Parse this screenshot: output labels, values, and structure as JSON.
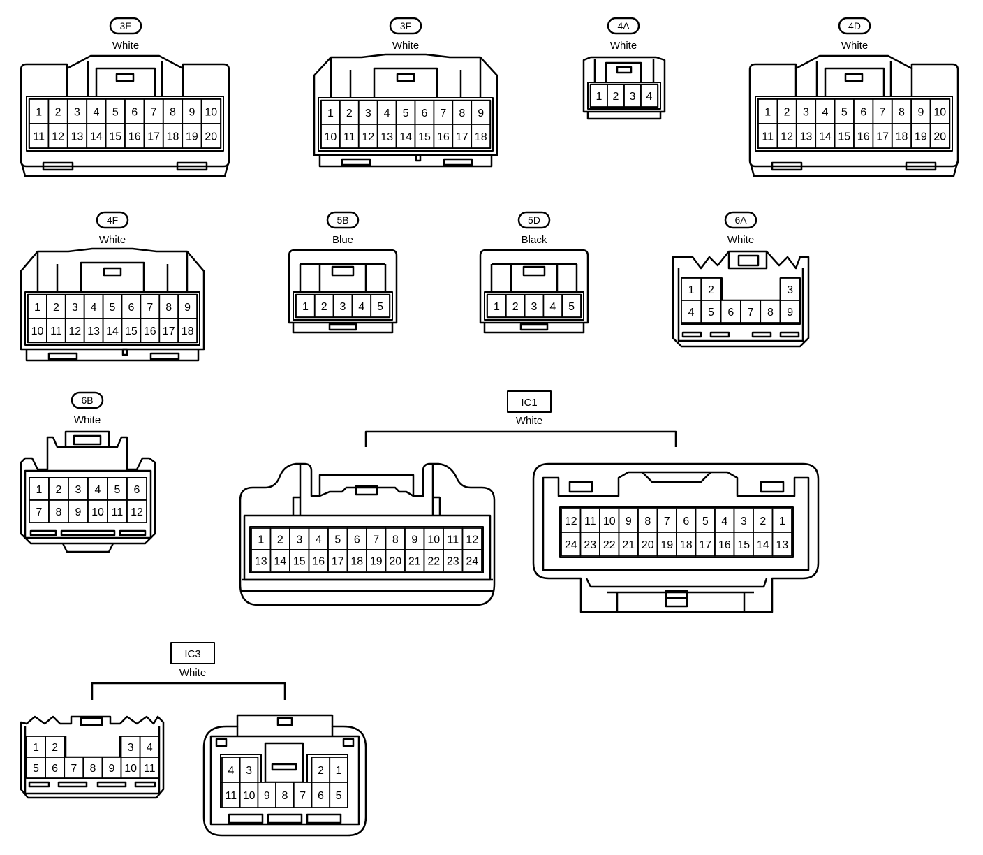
{
  "connectors": [
    {
      "id": "3E",
      "label": "3E",
      "color": "White",
      "label_style": "pill",
      "rows": [
        [
          "1",
          "2",
          "3",
          "4",
          "5",
          "6",
          "7",
          "8",
          "9",
          "10"
        ],
        [
          "11",
          "12",
          "13",
          "14",
          "15",
          "16",
          "17",
          "18",
          "19",
          "20"
        ]
      ]
    },
    {
      "id": "3F",
      "label": "3F",
      "color": "White",
      "label_style": "pill",
      "rows": [
        [
          "1",
          "2",
          "3",
          "4",
          "5",
          "6",
          "7",
          "8",
          "9"
        ],
        [
          "10",
          "11",
          "12",
          "13",
          "14",
          "15",
          "16",
          "17",
          "18"
        ]
      ]
    },
    {
      "id": "4A",
      "label": "4A",
      "color": "White",
      "label_style": "pill",
      "rows": [
        [
          "1",
          "2",
          "3",
          "4"
        ]
      ]
    },
    {
      "id": "4D",
      "label": "4D",
      "color": "White",
      "label_style": "pill",
      "rows": [
        [
          "1",
          "2",
          "3",
          "4",
          "5",
          "6",
          "7",
          "8",
          "9",
          "10"
        ],
        [
          "11",
          "12",
          "13",
          "14",
          "15",
          "16",
          "17",
          "18",
          "19",
          "20"
        ]
      ]
    },
    {
      "id": "4F",
      "label": "4F",
      "color": "White",
      "label_style": "pill",
      "rows": [
        [
          "1",
          "2",
          "3",
          "4",
          "5",
          "6",
          "7",
          "8",
          "9"
        ],
        [
          "10",
          "11",
          "12",
          "13",
          "14",
          "15",
          "16",
          "17",
          "18"
        ]
      ]
    },
    {
      "id": "5B",
      "label": "5B",
      "color": "Blue",
      "label_style": "pill",
      "rows": [
        [
          "1",
          "2",
          "3",
          "4",
          "5"
        ]
      ]
    },
    {
      "id": "5D",
      "label": "5D",
      "color": "Black",
      "label_style": "pill",
      "rows": [
        [
          "1",
          "2",
          "3",
          "4",
          "5"
        ]
      ]
    },
    {
      "id": "6A",
      "label": "6A",
      "color": "White",
      "label_style": "pill",
      "rows": [
        [
          "1",
          "2",
          "",
          "",
          "",
          "3"
        ],
        [
          "4",
          "5",
          "6",
          "7",
          "8",
          "9"
        ]
      ]
    },
    {
      "id": "6B",
      "label": "6B",
      "color": "White",
      "label_style": "pill",
      "rows": [
        [
          "1",
          "2",
          "3",
          "4",
          "5",
          "6"
        ],
        [
          "7",
          "8",
          "9",
          "10",
          "11",
          "12"
        ]
      ]
    },
    {
      "id": "IC1",
      "label": "IC1",
      "color": "White",
      "label_style": "box",
      "parts": [
        {
          "rows": [
            [
              "1",
              "2",
              "3",
              "4",
              "5",
              "6",
              "7",
              "8",
              "9",
              "10",
              "11",
              "12"
            ],
            [
              "13",
              "14",
              "15",
              "16",
              "17",
              "18",
              "19",
              "20",
              "21",
              "22",
              "23",
              "24"
            ]
          ]
        },
        {
          "rows": [
            [
              "12",
              "11",
              "10",
              "9",
              "8",
              "7",
              "6",
              "5",
              "4",
              "3",
              "2",
              "1"
            ],
            [
              "24",
              "23",
              "22",
              "21",
              "20",
              "19",
              "18",
              "17",
              "16",
              "15",
              "14",
              "13"
            ]
          ]
        }
      ]
    },
    {
      "id": "IC3",
      "label": "IC3",
      "color": "White",
      "label_style": "box",
      "parts": [
        {
          "rows": [
            [
              "1",
              "2",
              "",
              "",
              "",
              "3",
              "4"
            ],
            [
              "5",
              "6",
              "7",
              "8",
              "9",
              "10",
              "11"
            ]
          ]
        },
        {
          "rows": [
            [
              "4",
              "3",
              "",
              "",
              "",
              "2",
              "1"
            ],
            [
              "11",
              "10",
              "9",
              "8",
              "7",
              "6",
              "5"
            ]
          ]
        }
      ]
    }
  ]
}
